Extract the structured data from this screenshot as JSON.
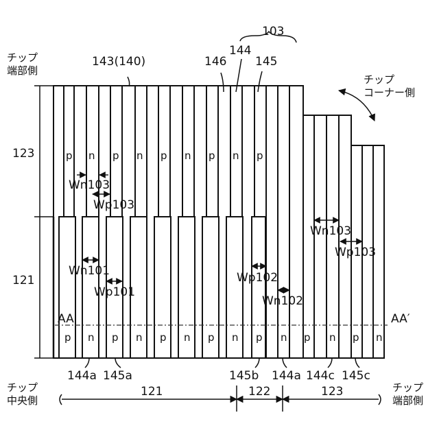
{
  "top_left_label": [
    "チップ",
    "端部側"
  ],
  "top_right_label": [
    "チップ",
    "コーナー側"
  ],
  "bottom_left_label": [
    "チップ",
    "中央側"
  ],
  "bottom_right_label": [
    "チップ",
    "端部側"
  ],
  "ref_103": "103",
  "ref_143": "143(140)",
  "ref_144": "144",
  "ref_145": "145",
  "ref_146": "146",
  "region_123": "123",
  "region_121": "121",
  "section_aa": "AA",
  "section_aa_prime": "AA′",
  "upper_pn": [
    "p",
    "n",
    "p",
    "n",
    "p",
    "n",
    "p",
    "n",
    "p"
  ],
  "lower_pn": [
    "p",
    "n",
    "p",
    "n",
    "p",
    "n",
    "p",
    "n",
    "p",
    "n",
    "p",
    "n",
    "p",
    "n"
  ],
  "dims": {
    "wn103_a": "Wn103",
    "wp103_a": "Wp103",
    "wn101": "Wn101",
    "wp101": "Wp101",
    "wp102": "Wp102",
    "wn102": "Wn102",
    "wn103_b": "Wn103",
    "wp103_b": "Wp103"
  },
  "bottom_refs": {
    "r144a_1": "144a",
    "r145a": "145a",
    "r145b": "145b",
    "r144a_2": "144a",
    "r144c": "144c",
    "r145c": "145c"
  },
  "bottom_axis": {
    "seg_121": "121",
    "seg_122": "122",
    "seg_123": "123"
  }
}
